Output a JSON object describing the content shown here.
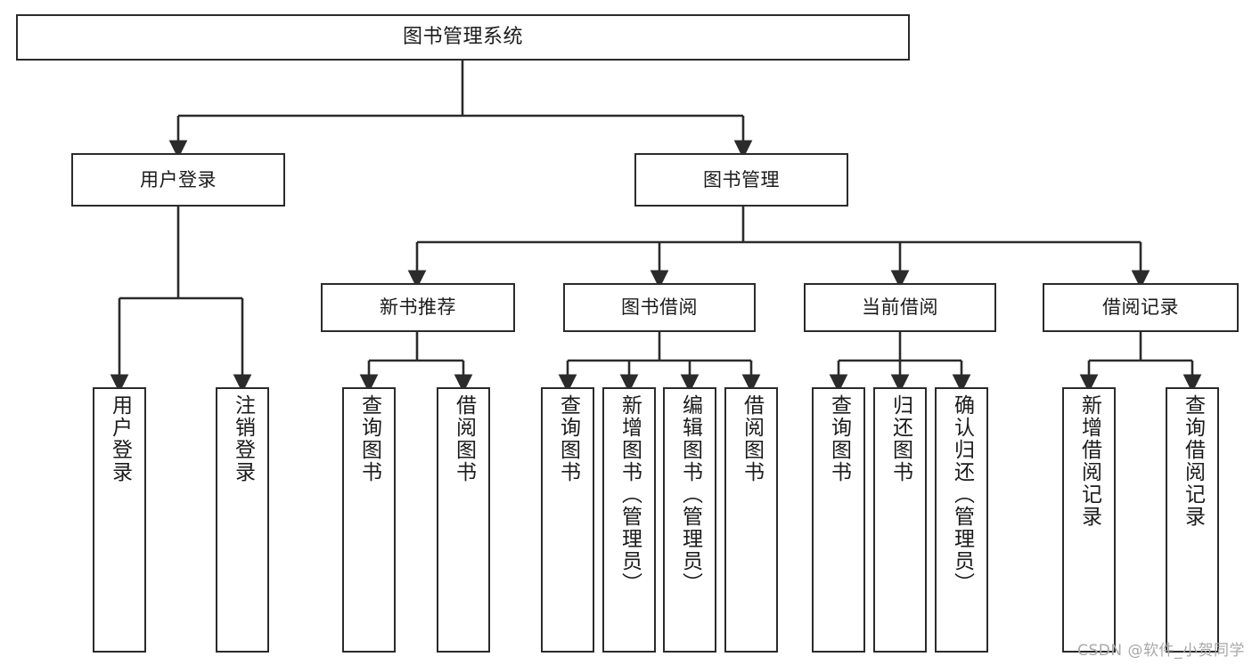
{
  "diagram": {
    "type": "tree-hierarchy",
    "title": "图书管理系统",
    "watermark": "CSDN @软件_小贺同学",
    "colors": {
      "box_border": "#2b2b2b",
      "box_fill": "#ffffff",
      "connector": "#2b2b2b",
      "text": "#1b1b1b",
      "watermark": "#a8a8a8"
    },
    "levels": {
      "root": {
        "label": "图书管理系统"
      },
      "level2": [
        {
          "label": "用户登录"
        },
        {
          "label": "图书管理"
        }
      ],
      "level3": [
        {
          "label": "新书推荐"
        },
        {
          "label": "图书借阅"
        },
        {
          "label": "当前借阅"
        },
        {
          "label": "借阅记录"
        }
      ],
      "leaves": {
        "user_login": [
          {
            "label": "用户登录"
          },
          {
            "label": "注销登录"
          }
        ],
        "new_book": [
          {
            "label": "查询图书"
          },
          {
            "label": "借阅图书"
          }
        ],
        "book_borrow": [
          {
            "label": "查询图书"
          },
          {
            "label": "新增图书（管理员）"
          },
          {
            "label": "编辑图书（管理员）"
          },
          {
            "label": "借阅图书"
          }
        ],
        "current_borrow": [
          {
            "label": "查询图书"
          },
          {
            "label": "归还图书"
          },
          {
            "label": "确认归还（管理员）"
          }
        ],
        "borrow_record": [
          {
            "label": "新增借阅记录"
          },
          {
            "label": "查询借阅记录"
          }
        ]
      }
    }
  }
}
